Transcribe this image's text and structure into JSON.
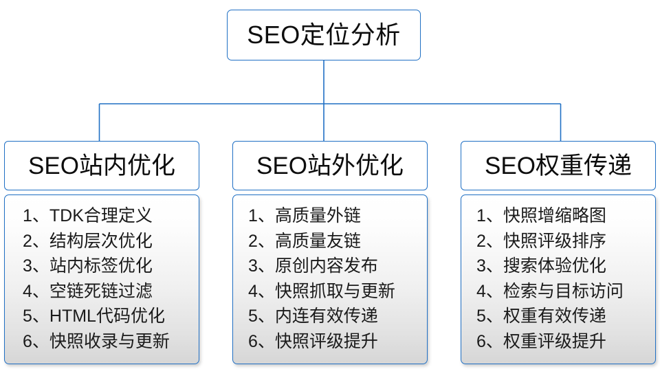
{
  "root": {
    "title": "SEO定位分析"
  },
  "columns": [
    {
      "header": "SEO站内优化",
      "items": [
        "1、TDK合理定义",
        "2、结构层次优化",
        "3、站内标签优化",
        "4、空链死链过滤",
        "5、HTML代码优化",
        "6、快照收录与更新"
      ]
    },
    {
      "header": "SEO站外优化",
      "items": [
        "1、高质量外链",
        "2、高质量友链",
        "3、原创内容发布",
        "4、快照抓取与更新",
        "5、内连有效传递",
        "6、快照评级提升"
      ]
    },
    {
      "header": "SEO权重传递",
      "items": [
        "1、快照增缩略图",
        "2、快照评级排序",
        "3、搜索体验优化",
        "4、检索与目标访问",
        "5、权重有效传递",
        "6、权重评级提升"
      ]
    }
  ],
  "colors": {
    "connector": "#1f6fc4",
    "border": "#1f6fc4",
    "text": "#0d0d0d",
    "body_top": "#ffffff",
    "body_bottom": "#d6d6d6"
  }
}
